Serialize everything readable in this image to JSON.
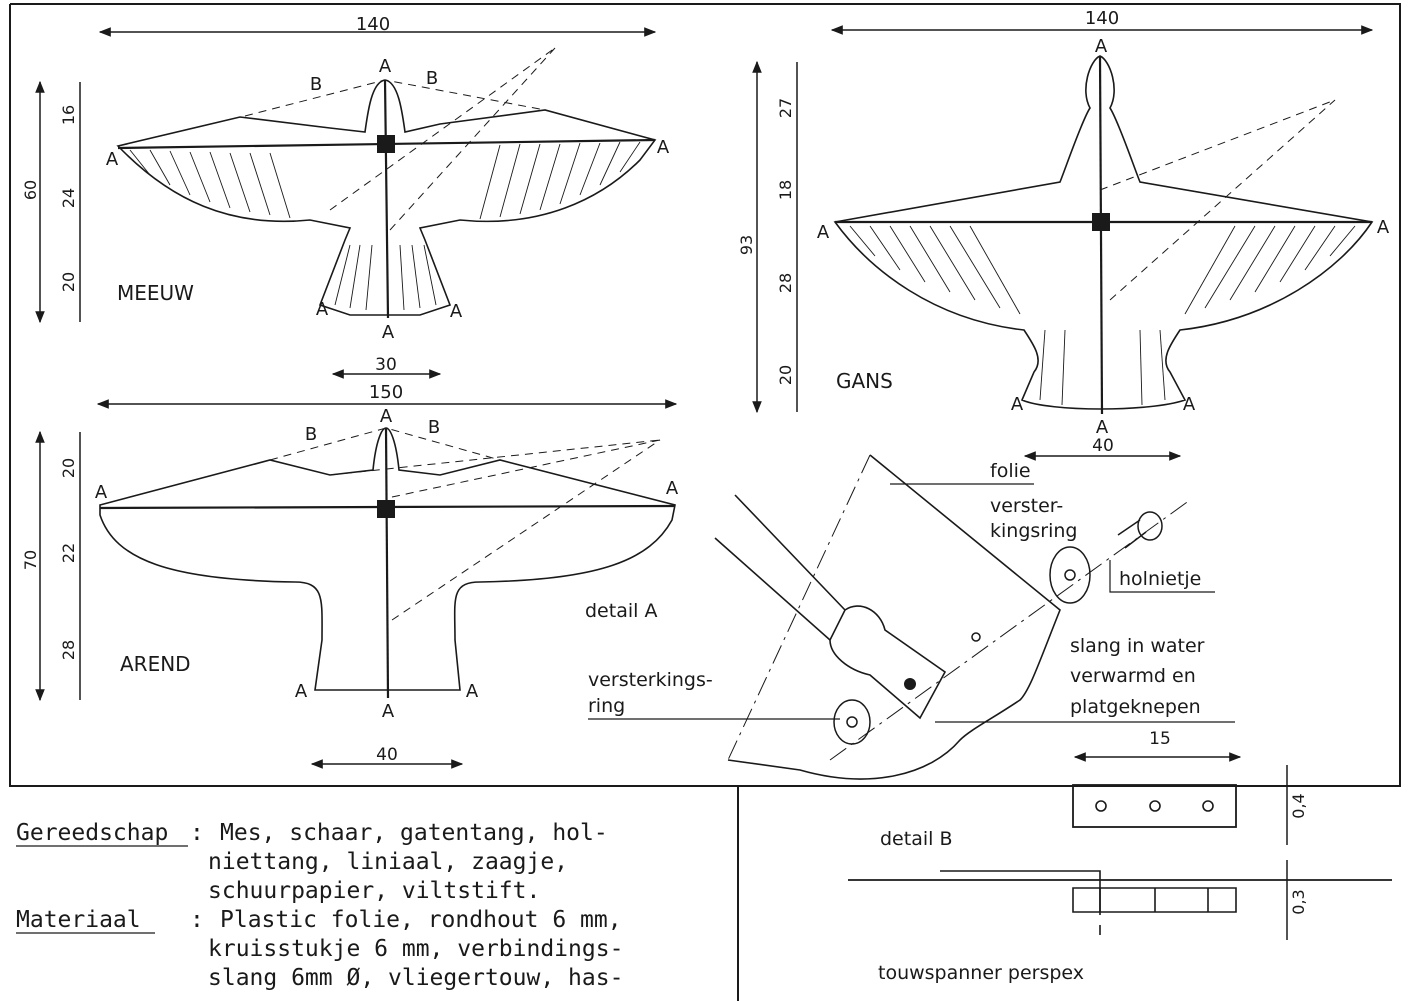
{
  "kites": {
    "meeuw": {
      "name": "MEEUW",
      "width": "140",
      "tail_width": "30",
      "height_total": "60",
      "segments": [
        "16",
        "24",
        "20"
      ],
      "points": {
        "a": "A",
        "b": "B"
      }
    },
    "gans": {
      "name": "GANS",
      "width": "140",
      "tail_width": "40",
      "height_total": "93",
      "segments": [
        "27",
        "18",
        "28",
        "20"
      ],
      "points": {
        "a": "A"
      }
    },
    "arend": {
      "name": "AREND",
      "width": "150",
      "tail_width": "40",
      "height_total": "70",
      "segments": [
        "20",
        "22",
        "28"
      ],
      "points": {
        "a": "A",
        "b": "B"
      }
    }
  },
  "detail_a": {
    "title": "detail A",
    "folie": "folie",
    "ring_top_1": "verster-",
    "ring_top_2": "kingsring",
    "holnietje": "holnietje",
    "slang_1": "slang in water",
    "slang_2": "verwarmd en",
    "slang_3": "platgeknepen",
    "ring_left_1": "versterkings-",
    "ring_left_2": "ring"
  },
  "detail_b": {
    "title": "detail B",
    "width": "15",
    "height_top": "0,4",
    "height_bottom": "0,3",
    "caption": "touwspanner perspex"
  },
  "materials": {
    "tools_label": "Gereedschap",
    "tools_sep": ":",
    "tools_lines": [
      "Mes, schaar, gatentang, hol-",
      "niettang, liniaal, zaagje,",
      "schuurpapier, viltstift."
    ],
    "material_label": "Materiaal",
    "material_sep": ":",
    "material_lines": [
      "Plastic folie, rondhout 6 mm,",
      "kruisstukje 6 mm, verbindings-",
      "slang 6mm Ø, vliegertouw, has-"
    ]
  },
  "colors": {
    "ink": "#1a1a1a",
    "paper": "#ffffff"
  }
}
